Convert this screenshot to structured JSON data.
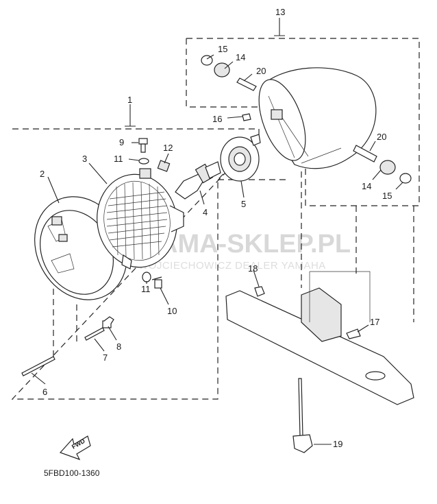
{
  "diagram": {
    "drawing_code": "5FBD100-1360",
    "fwd_label": "FWD",
    "watermark": {
      "main": "AMA-SKLEP.PL",
      "sub": "WOJCIECHOWICZ DEALER YAMAHA"
    },
    "callouts": {
      "c1": "1",
      "c2": "2",
      "c3": "3",
      "c4": "4",
      "c5": "5",
      "c6": "6",
      "c7": "7",
      "c8": "8",
      "c9": "9",
      "c10": "10",
      "c11a": "11",
      "c11b": "11",
      "c12": "12",
      "c13": "13",
      "c14a": "14",
      "c14b": "14",
      "c15a": "15",
      "c15b": "15",
      "c16": "16",
      "c17": "17",
      "c18": "18",
      "c19": "19",
      "c20a": "20",
      "c20b": "20"
    }
  }
}
